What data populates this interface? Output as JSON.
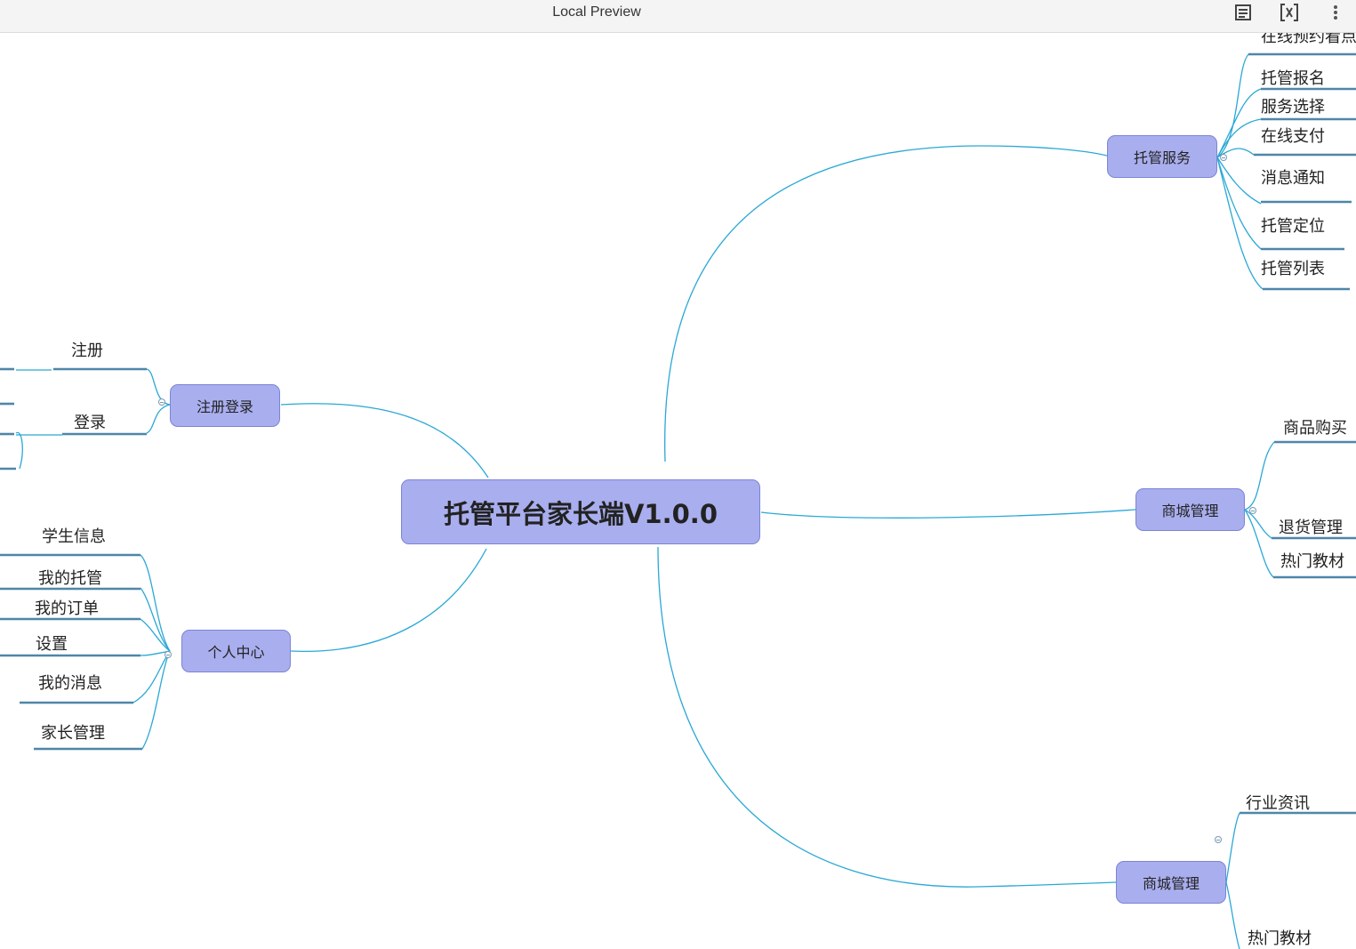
{
  "window": {
    "title": "Local Preview",
    "icons": [
      "document-icon",
      "formula-icon",
      "more-vertical-icon"
    ]
  },
  "mindmap": {
    "root": "托管平台家长端V1.0.0",
    "branches": [
      {
        "key": "tuoguan",
        "label": "托管服务",
        "children": [
          "在线预约看点",
          "托管报名",
          "服务选择",
          "在线支付",
          "消息通知",
          "托管定位",
          "托管列表"
        ]
      },
      {
        "key": "shangcheng",
        "label": "商城管理",
        "children": [
          "商品购买",
          "退货管理",
          "热门教材"
        ]
      },
      {
        "key": "shangcheng2",
        "label": "商城管理",
        "children": [
          "行业资讯",
          "热门教材"
        ]
      },
      {
        "key": "zhuce",
        "label": "注册登录",
        "children": [
          "注册",
          "登录"
        ]
      },
      {
        "key": "geren",
        "label": "个人中心",
        "children": [
          "学生信息",
          "我的托管",
          "我的订单",
          "设置",
          "我的消息",
          "家长管理"
        ]
      }
    ],
    "colors": {
      "line": "#2aa8d6",
      "node_fill": "#a9aeee",
      "node_border": "#7c84d6",
      "leaf_underline": "#4f86a8"
    }
  }
}
